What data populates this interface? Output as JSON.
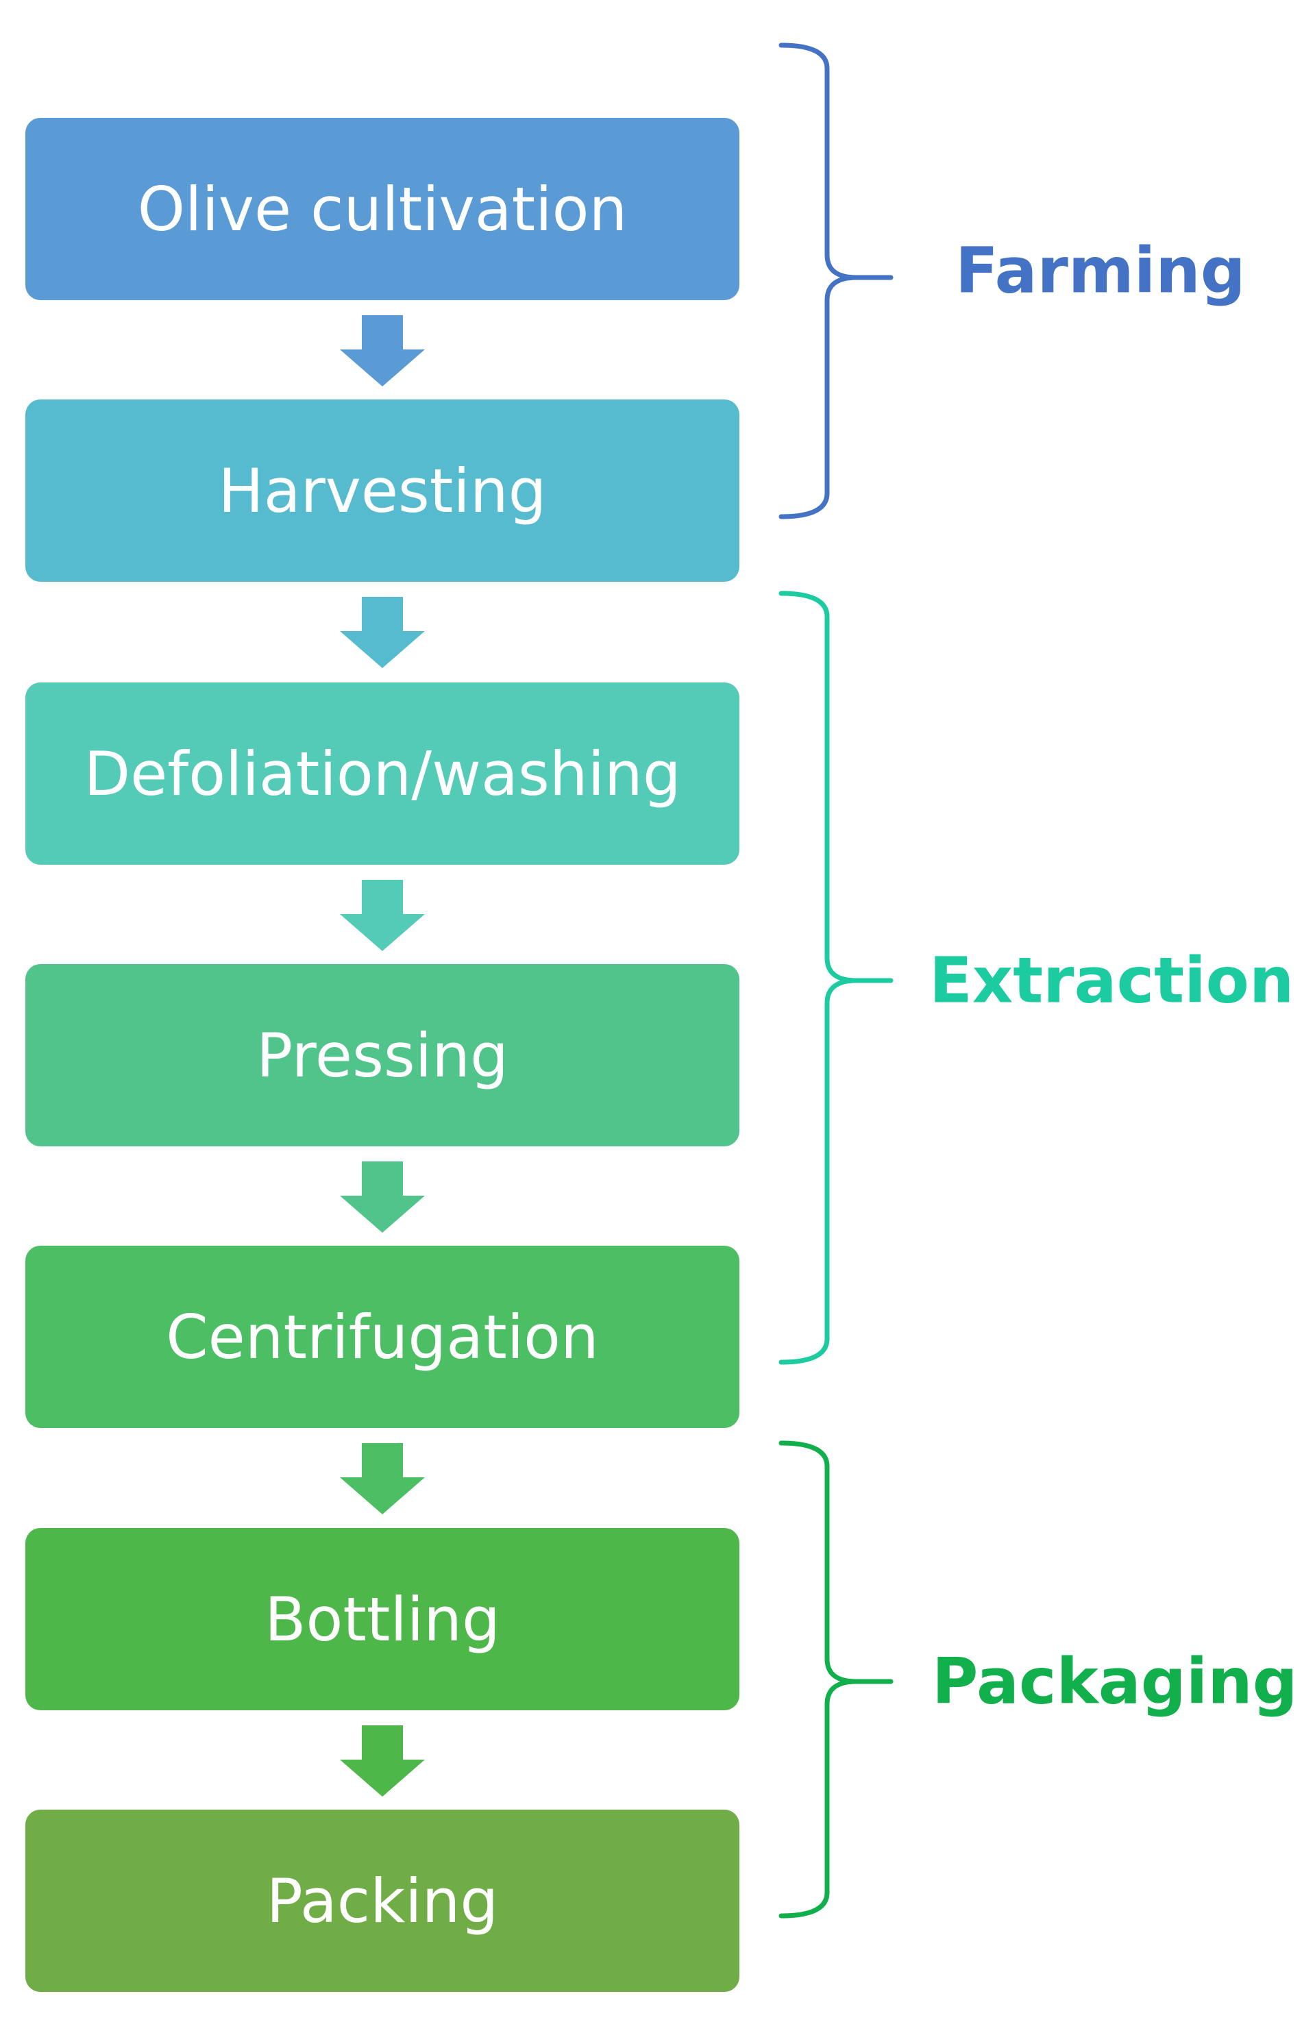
{
  "steps": [
    {
      "label": "Olive cultivation",
      "color": "#5b9bd5"
    },
    {
      "label": "Harvesting",
      "color": "#57bbcf"
    },
    {
      "label": "Defoliation/washing",
      "color": "#53cbb6"
    },
    {
      "label": "Pressing",
      "color": "#50c48a"
    },
    {
      "label": "Centrifugation",
      "color": "#4cbf64"
    },
    {
      "label": "Bottling",
      "color": "#4db849"
    },
    {
      "label": "Packing",
      "color": "#70ad47"
    }
  ],
  "arrows": [
    {
      "color": "#5b9bd5"
    },
    {
      "color": "#57bbcf"
    },
    {
      "color": "#53cbb6"
    },
    {
      "color": "#50c48a"
    },
    {
      "color": "#4cbf64"
    },
    {
      "color": "#4db849"
    }
  ],
  "groups": [
    {
      "label": "Farming",
      "color": "#4472c4"
    },
    {
      "label": "Extraction",
      "color": "#1ccca0"
    },
    {
      "label": "Packaging",
      "color": "#12b04c"
    }
  ]
}
